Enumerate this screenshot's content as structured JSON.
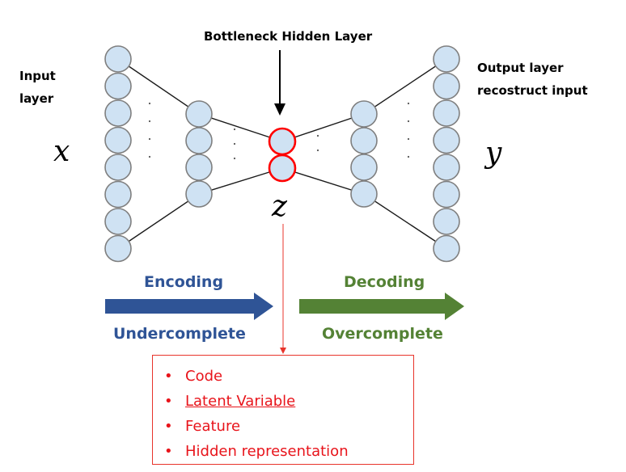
{
  "title": "Bottleneck Hidden Layer",
  "input_label": "Input\nlayer",
  "input_label_lines": [
    "Input",
    "layer"
  ],
  "output_label_lines": [
    "Output layer",
    "recostruct input"
  ],
  "input_var": "x",
  "output_var": "y",
  "latent_var": "z",
  "encoding": {
    "label": "Encoding",
    "sublabel": "Undercomplete",
    "color": "#2f5496"
  },
  "decoding": {
    "label": "Decoding",
    "sublabel": "Overcomplete",
    "color": "#548235"
  },
  "code_box": {
    "items": [
      "Code",
      "Latent Variable",
      "Feature",
      "Hidden representation"
    ],
    "color": "#e8141b"
  },
  "layers": {
    "input_nodes": 8,
    "encoder_hidden_nodes": 4,
    "bottleneck_nodes": 2,
    "decoder_hidden_nodes": 4,
    "output_nodes": 8
  },
  "colors": {
    "node_fill": "#cfe2f3",
    "node_stroke": "#7f7f7f",
    "bottleneck_stroke": "#ff0000"
  }
}
